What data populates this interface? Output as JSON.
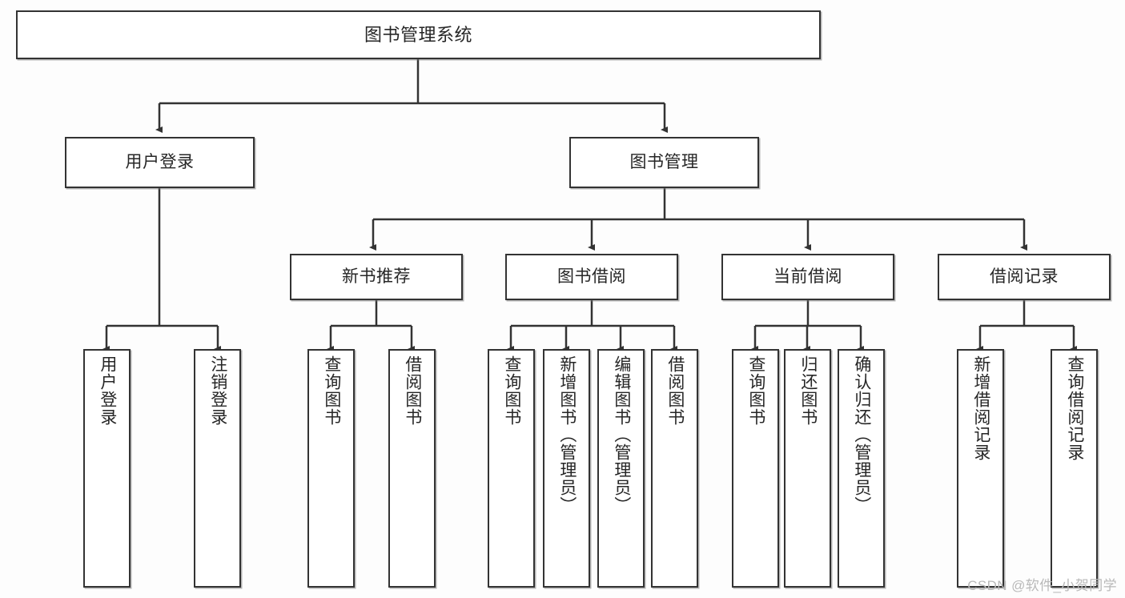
{
  "diagram": {
    "title": "图书管理系统",
    "type": "tree-hierarchy-chart",
    "watermark": "CSDN @软件_小贺同学",
    "colors": {
      "background": "#fdfdfd",
      "box_fill": "#ffffff",
      "box_border": "#333333",
      "text": "#262626",
      "connector": "#333333",
      "watermark": "#b9b9b9"
    },
    "root": {
      "label": "图书管理系统"
    },
    "level2": [
      {
        "label": "用户登录"
      },
      {
        "label": "图书管理"
      }
    ],
    "level3": [
      {
        "label": "新书推荐"
      },
      {
        "label": "图书借阅"
      },
      {
        "label": "当前借阅"
      },
      {
        "label": "借阅记录"
      }
    ],
    "leaves": {
      "user_login": [
        {
          "label": "用户登录"
        },
        {
          "label": "注销登录"
        }
      ],
      "new_book": [
        {
          "label": "查询图书"
        },
        {
          "label": "借阅图书"
        }
      ],
      "book_borrow": [
        {
          "label": "查询图书"
        },
        {
          "label": "新增图书（管理员）"
        },
        {
          "label": "编辑图书（管理员）"
        },
        {
          "label": "借阅图书"
        }
      ],
      "current_borrow": [
        {
          "label": "查询图书"
        },
        {
          "label": "归还图书"
        },
        {
          "label": "确认归还（管理员）"
        }
      ],
      "borrow_record": [
        {
          "label": "新增借阅记录"
        },
        {
          "label": "查询借阅记录"
        }
      ]
    }
  }
}
